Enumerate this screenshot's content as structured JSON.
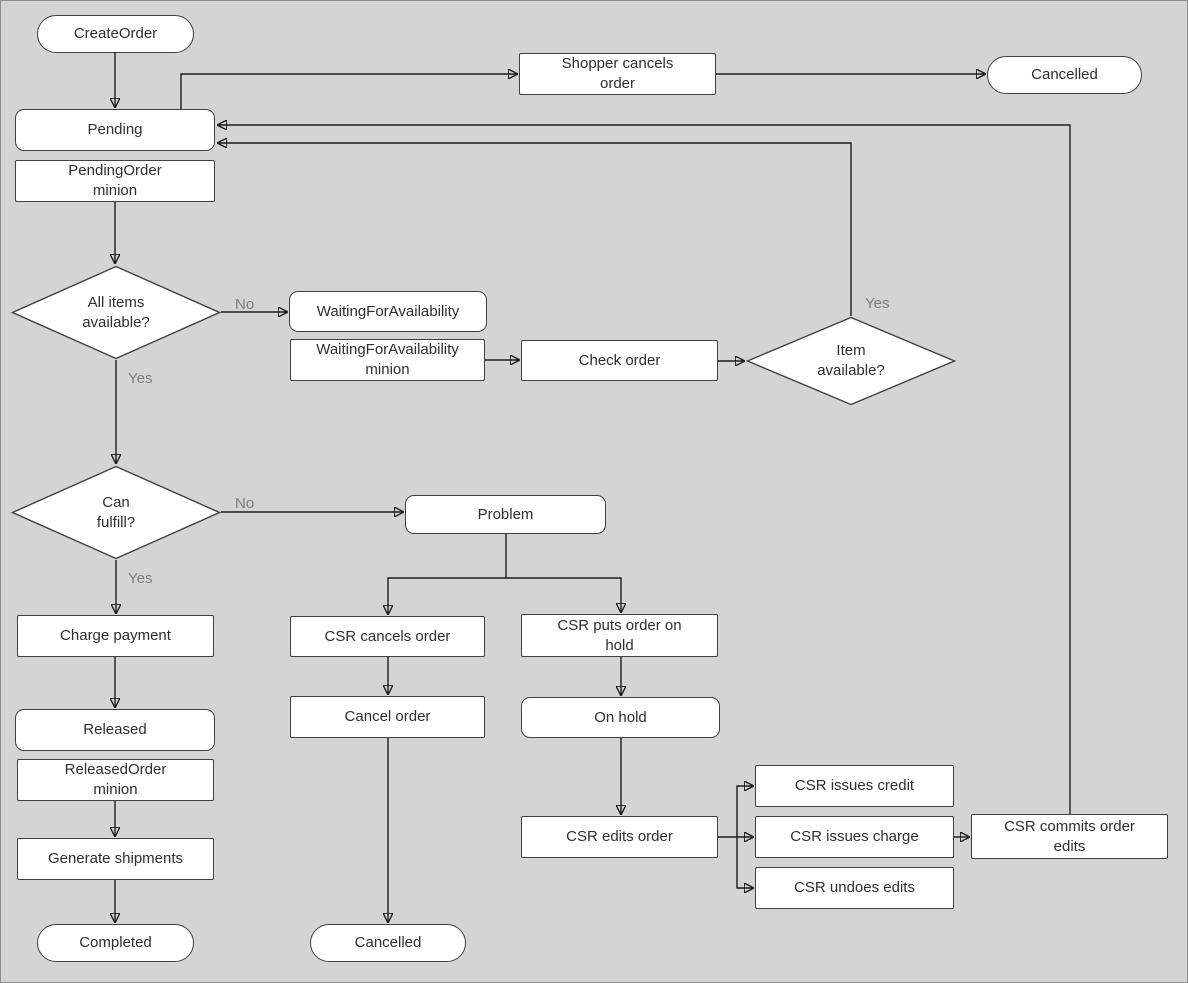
{
  "diagram": {
    "nodes": {
      "create_order": "CreateOrder",
      "shopper_cancels_order": "Shopper cancels order",
      "cancelled_top": "Cancelled",
      "pending": "Pending",
      "pending_order_minion": "PendingOrder minion",
      "all_items_available": "All items available?",
      "waiting_for_availability": "WaitingForAvailability",
      "waiting_for_availability_minion": "WaitingForAvailability minion",
      "check_order": "Check order",
      "item_available": "Item available?",
      "can_fulfill": "Can fulfill?",
      "problem": "Problem",
      "charge_payment": "Charge payment",
      "csr_cancels_order": "CSR cancels order",
      "csr_puts_order_on_hold": "CSR puts order on hold",
      "released": "Released",
      "cancel_order": "Cancel order",
      "on_hold": "On hold",
      "released_order_minion": "ReleasedOrder minion",
      "generate_shipments": "Generate shipments",
      "csr_edits_order": "CSR edits order",
      "csr_issues_credit": "CSR issues credit",
      "csr_issues_charge": "CSR issues charge",
      "csr_undoes_edits": "CSR undoes edits",
      "csr_commits_order_edits": "CSR commits order edits",
      "completed": "Completed",
      "cancelled_bottom": "Cancelled"
    },
    "edge_labels": {
      "all_items_no": "No",
      "all_items_yes": "Yes",
      "item_available_yes": "Yes",
      "can_fulfill_no": "No",
      "can_fulfill_yes": "Yes"
    },
    "edges": [
      {
        "from": "create_order",
        "to": "pending",
        "label": ""
      },
      {
        "from": "pending",
        "to": "shopper_cancels_order",
        "label": ""
      },
      {
        "from": "shopper_cancels_order",
        "to": "cancelled_top",
        "label": ""
      },
      {
        "from": "pending_order_minion",
        "to": "all_items_available",
        "label": ""
      },
      {
        "from": "all_items_available",
        "to": "waiting_for_availability",
        "label": "No"
      },
      {
        "from": "waiting_for_availability_minion",
        "to": "check_order",
        "label": ""
      },
      {
        "from": "check_order",
        "to": "item_available",
        "label": ""
      },
      {
        "from": "item_available",
        "to": "pending",
        "label": "Yes"
      },
      {
        "from": "all_items_available",
        "to": "can_fulfill",
        "label": "Yes"
      },
      {
        "from": "can_fulfill",
        "to": "problem",
        "label": "No"
      },
      {
        "from": "can_fulfill",
        "to": "charge_payment",
        "label": "Yes"
      },
      {
        "from": "charge_payment",
        "to": "released",
        "label": ""
      },
      {
        "from": "released_order_minion",
        "to": "generate_shipments",
        "label": ""
      },
      {
        "from": "generate_shipments",
        "to": "completed",
        "label": ""
      },
      {
        "from": "problem",
        "to": "csr_cancels_order",
        "label": ""
      },
      {
        "from": "problem",
        "to": "csr_puts_order_on_hold",
        "label": ""
      },
      {
        "from": "csr_cancels_order",
        "to": "cancel_order",
        "label": ""
      },
      {
        "from": "cancel_order",
        "to": "cancelled_bottom",
        "label": ""
      },
      {
        "from": "csr_puts_order_on_hold",
        "to": "on_hold",
        "label": ""
      },
      {
        "from": "on_hold",
        "to": "csr_edits_order",
        "label": ""
      },
      {
        "from": "csr_edits_order",
        "to": "csr_issues_credit",
        "label": ""
      },
      {
        "from": "csr_edits_order",
        "to": "csr_issues_charge",
        "label": ""
      },
      {
        "from": "csr_edits_order",
        "to": "csr_undoes_edits",
        "label": ""
      },
      {
        "from": "csr_issues_charge",
        "to": "csr_commits_order_edits",
        "label": ""
      },
      {
        "from": "csr_commits_order_edits",
        "to": "pending",
        "label": ""
      }
    ],
    "colors": {
      "background": "#d4d4d4",
      "node_fill": "#ffffff",
      "node_border": "#404040",
      "edge": "#1c1c1c",
      "text": "#2e2e2e",
      "edge_label_text": "#7d7d7d"
    }
  }
}
